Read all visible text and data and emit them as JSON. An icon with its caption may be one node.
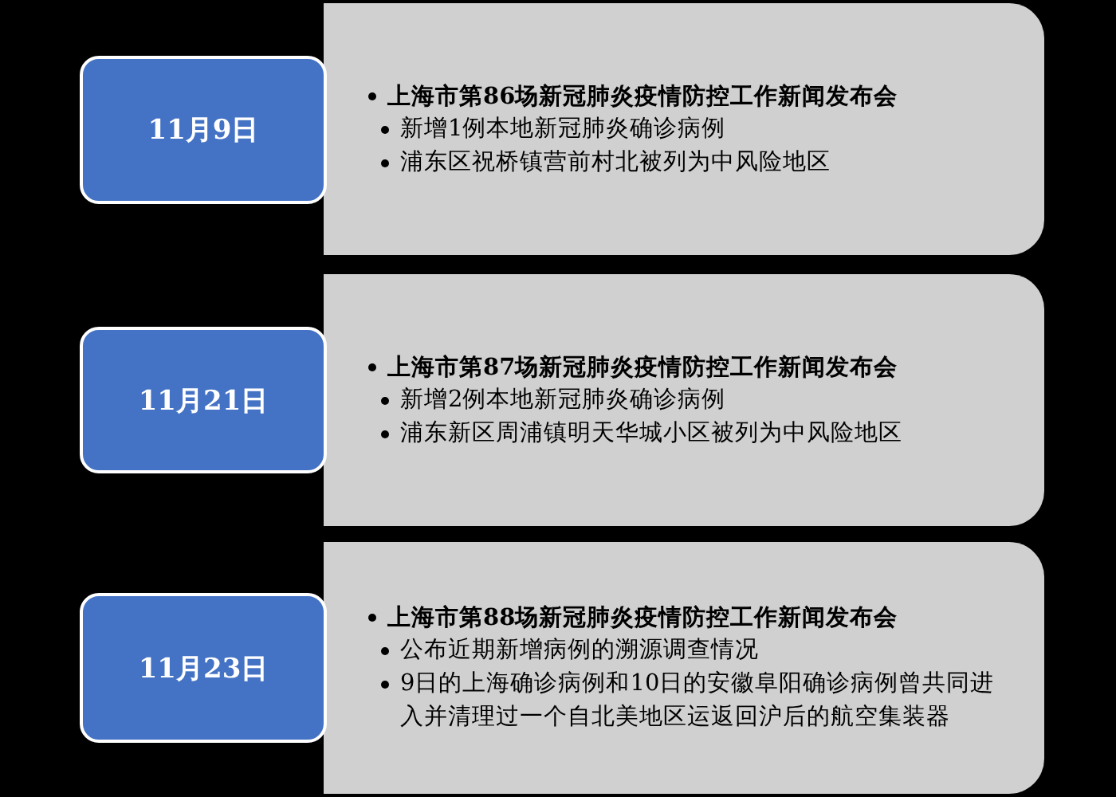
{
  "diagram": {
    "nodes": [
      {
        "text": [
          "11月9日"
        ]
      },
      {
        "text": [
          "上海市第86场新冠肺炎疫情防控工作新闻发布会",
          "新增1例本地新冠肺炎确诊病例",
          "浦东区祝桥镇营前村北被列为中风险地区"
        ]
      },
      {
        "text": [
          "11月21日"
        ]
      },
      {
        "text": [
          "上海市第87场新冠肺炎疫情防控工作新闻发布会",
          "新增2例本地新冠肺炎确诊病例",
          "浦东新区周浦镇明天华城小区被列为中风险地区"
        ]
      },
      {
        "text": [
          "11月23日"
        ]
      },
      {
        "text": [
          "上海市第88场新冠肺炎疫情防控工作新闻发布会",
          "公布近期新增病例的溯源调查情况",
          "9日的上海确诊病例和10日的安徽阜阳确诊病例曾共同进入并清理过一个自北美地区运返回沪后的航空集装器"
        ]
      }
    ],
    "edges": []
  }
}
